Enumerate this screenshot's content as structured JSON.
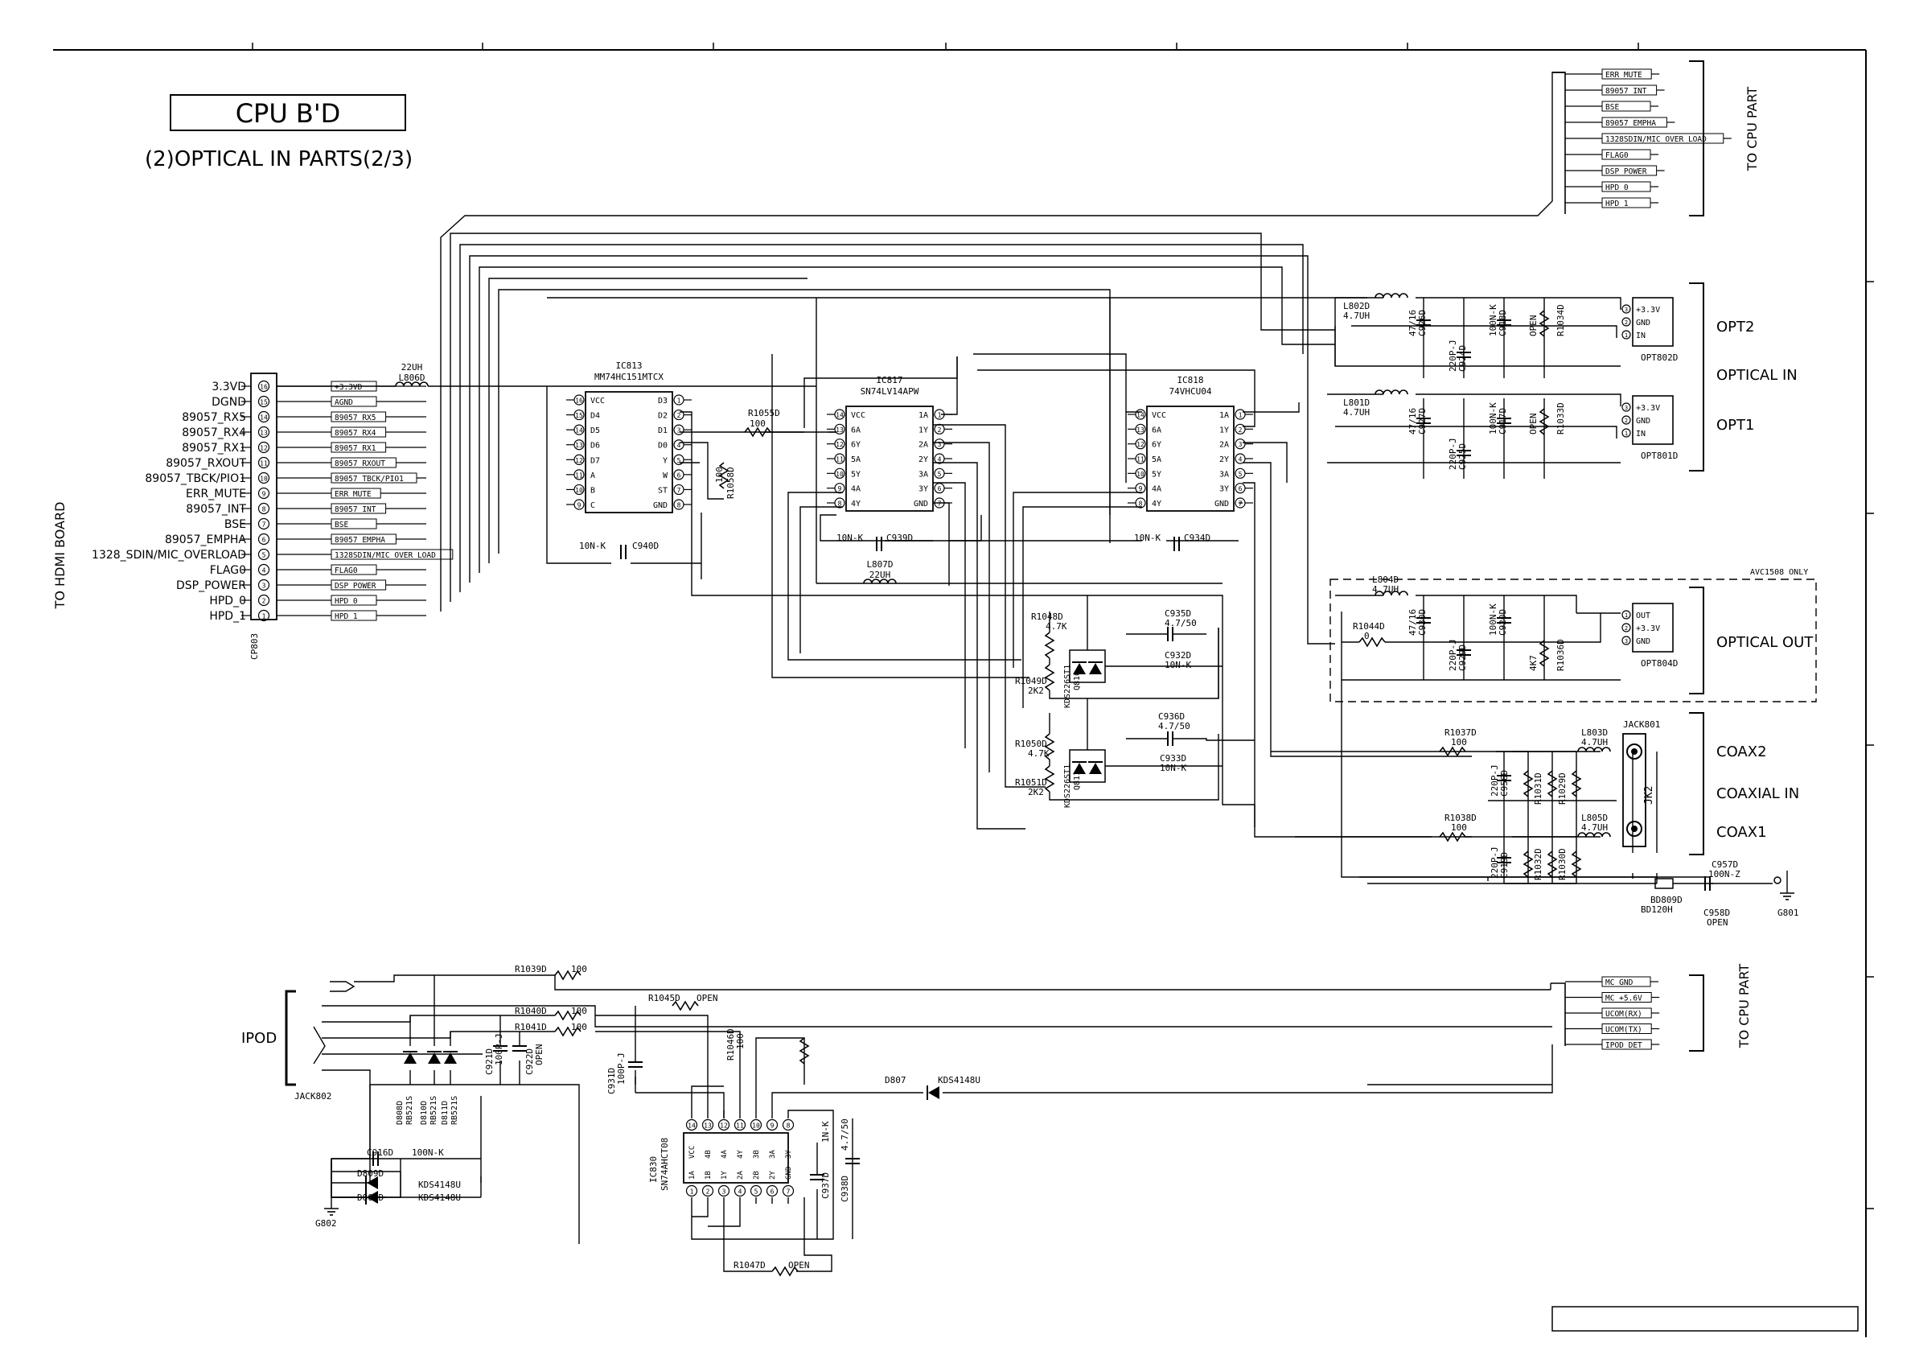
{
  "title": "CPU B'D",
  "subtitle": "(2)OPTICAL IN PARTS(2/3)",
  "side_labels": {
    "hdmi_board": "TO HDMI BOARD",
    "cpu_part_top": "TO CPU PART",
    "cpu_part_bottom": "TO CPU PART",
    "avc_note": "AVC1508 ONLY"
  },
  "connector_cp803": {
    "ref": "CP803",
    "pins": [
      {
        "num": "16",
        "label": "3.3VD",
        "tag": "+3.3VD"
      },
      {
        "num": "15",
        "label": "DGND",
        "tag": "AGND"
      },
      {
        "num": "14",
        "label": "89057_RX5",
        "tag": "89057_RX5"
      },
      {
        "num": "13",
        "label": "89057_RX4",
        "tag": "89057_RX4"
      },
      {
        "num": "12",
        "label": "89057_RX1",
        "tag": "89057_RX1"
      },
      {
        "num": "11",
        "label": "89057_RXOUT",
        "tag": "89057_RXOUT"
      },
      {
        "num": "10",
        "label": "89057_TBCK/PIO1",
        "tag": "89057_TBCK/PIO1"
      },
      {
        "num": "9",
        "label": "ERR_MUTE",
        "tag": "ERR_MUTE"
      },
      {
        "num": "8",
        "label": "89057_INT",
        "tag": "89057_INT"
      },
      {
        "num": "7",
        "label": "BSE",
        "tag": "BSE"
      },
      {
        "num": "6",
        "label": "89057_EMPHA",
        "tag": "89057_EMPHA"
      },
      {
        "num": "5",
        "label": "1328_SDIN/MIC_OVERLOAD",
        "tag": "1328SDIN/MIC_OVER_LOAD"
      },
      {
        "num": "4",
        "label": "FLAG0",
        "tag": "FLAG0"
      },
      {
        "num": "3",
        "label": "DSP_POWER",
        "tag": "DSP_POWER"
      },
      {
        "num": "2",
        "label": "HPD_0",
        "tag": "HPD_0"
      },
      {
        "num": "1",
        "label": "HPD_1",
        "tag": "HPD_1"
      }
    ]
  },
  "top_right_tags": [
    "ERR_MUTE",
    "89057_INT",
    "BSE",
    "89057_EMPHA",
    "1328SDIN/MIC_OVER_LOAD",
    "FLAG0",
    "DSP_POWER",
    "HPD_0",
    "HPD_1"
  ],
  "bottom_right_tags": [
    "MC_GND",
    "MC_+5.6V",
    "UCOM(RX)",
    "UCOM(TX)",
    "IPOD_DET"
  ],
  "ic813": {
    "ref": "IC813",
    "part": "MM74HC151MTCX",
    "left_pins": [
      {
        "n": "16",
        "name": "VCC"
      },
      {
        "n": "15",
        "name": "D4"
      },
      {
        "n": "14",
        "name": "D5"
      },
      {
        "n": "13",
        "name": "D6"
      },
      {
        "n": "12",
        "name": "D7"
      },
      {
        "n": "11",
        "name": "A"
      },
      {
        "n": "10",
        "name": "B"
      },
      {
        "n": "9",
        "name": "C"
      }
    ],
    "right_pins": [
      {
        "n": "1",
        "name": "D3"
      },
      {
        "n": "2",
        "name": "D2"
      },
      {
        "n": "3",
        "name": "D1"
      },
      {
        "n": "4",
        "name": "D0"
      },
      {
        "n": "5",
        "name": "Y"
      },
      {
        "n": "6",
        "name": "W"
      },
      {
        "n": "7",
        "name": "ST"
      },
      {
        "n": "8",
        "name": "GND"
      }
    ]
  },
  "ic817": {
    "ref": "IC817",
    "part": "SN74LV14APW",
    "left_pins": [
      {
        "n": "14",
        "name": "VCC"
      },
      {
        "n": "13",
        "name": "6A"
      },
      {
        "n": "12",
        "name": "6Y"
      },
      {
        "n": "11",
        "name": "5A"
      },
      {
        "n": "10",
        "name": "5Y"
      },
      {
        "n": "9",
        "name": "4A"
      },
      {
        "n": "8",
        "name": "4Y"
      }
    ],
    "right_pins": [
      {
        "n": "1",
        "name": "1A"
      },
      {
        "n": "2",
        "name": "1Y"
      },
      {
        "n": "3",
        "name": "2A"
      },
      {
        "n": "4",
        "name": "2Y"
      },
      {
        "n": "5",
        "name": "3A"
      },
      {
        "n": "6",
        "name": "3Y"
      },
      {
        "n": "7",
        "name": "GND"
      }
    ]
  },
  "ic818": {
    "ref": "IC818",
    "part": "74VHCU04",
    "left_pins": [
      {
        "n": "14",
        "name": "VCC"
      },
      {
        "n": "13",
        "name": "6A"
      },
      {
        "n": "12",
        "name": "6Y"
      },
      {
        "n": "11",
        "name": "5A"
      },
      {
        "n": "10",
        "name": "5Y"
      },
      {
        "n": "9",
        "name": "4A"
      },
      {
        "n": "8",
        "name": "4Y"
      }
    ],
    "right_pins": [
      {
        "n": "1",
        "name": "1A"
      },
      {
        "n": "2",
        "name": "1Y"
      },
      {
        "n": "3",
        "name": "2A"
      },
      {
        "n": "4",
        "name": "2Y"
      },
      {
        "n": "5",
        "name": "3A"
      },
      {
        "n": "6",
        "name": "3Y"
      },
      {
        "n": "7",
        "name": "GND"
      }
    ]
  },
  "ic830": {
    "ref": "IC830",
    "part": "SN74AHCT08",
    "top_pins": [
      {
        "n": "14",
        "name": "VCC"
      },
      {
        "n": "13",
        "name": "4B"
      },
      {
        "n": "12",
        "name": "4A"
      },
      {
        "n": "11",
        "name": "4Y"
      },
      {
        "n": "10",
        "name": "3B"
      },
      {
        "n": "9",
        "name": "3A"
      },
      {
        "n": "8",
        "name": "3Y"
      }
    ],
    "bottom_pins": [
      {
        "n": "1",
        "name": "1A"
      },
      {
        "n": "2",
        "name": "1B"
      },
      {
        "n": "3",
        "name": "1Y"
      },
      {
        "n": "4",
        "name": "2A"
      },
      {
        "n": "5",
        "name": "2B"
      },
      {
        "n": "6",
        "name": "2Y"
      },
      {
        "n": "7",
        "name": "GND"
      }
    ]
  },
  "components": {
    "l806": [
      "22UH",
      "L806D"
    ],
    "r1055": [
      "R1055D",
      "100"
    ],
    "r1058": [
      "R1058D",
      "100"
    ],
    "c940": [
      "10N-K",
      "C940D"
    ],
    "c939": [
      "10N-K",
      "C939D"
    ],
    "l807": [
      "L807D",
      "22UH"
    ],
    "c934": [
      "10N-K",
      "C934D"
    ],
    "r1048": [
      "R1048D",
      "4.7K"
    ],
    "r1049": [
      "R1049D",
      "2K2"
    ],
    "q1": [
      "KDS226ST1",
      "Q810"
    ],
    "c935": [
      "C935D",
      "4.7/50"
    ],
    "c932": [
      "C932D",
      "10N-K"
    ],
    "r1050": [
      "R1050D",
      "4.7K"
    ],
    "r1051": [
      "R1051D",
      "2K2"
    ],
    "q2": [
      "KDS226ST1",
      "Q811"
    ],
    "c936": [
      "C936D",
      "4.7/50"
    ],
    "c933": [
      "C933D",
      "10N-K"
    ],
    "l802": [
      "L802D",
      "4.7UH"
    ],
    "l801": [
      "L801D",
      "4.7UH"
    ],
    "l804": [
      "L804D",
      "4.7UH"
    ],
    "r1044": [
      "R1044D",
      "0"
    ],
    "c926": [
      "47/16",
      "C926D"
    ],
    "c924": [
      "220P-J",
      "C924D"
    ],
    "c918": [
      "100N-K",
      "C918D"
    ],
    "r1034": [
      "OPEN",
      "R1034D"
    ],
    "c927": [
      "47/16",
      "C927D"
    ],
    "c925": [
      "220P-J",
      "C925D"
    ],
    "c917": [
      "100N-K",
      "C917D"
    ],
    "r1033": [
      "OPEN",
      "R1033D"
    ],
    "c930": [
      "47/16",
      "C930D"
    ],
    "c929": [
      "220P-J",
      "C929D"
    ],
    "c920": [
      "100N-K",
      "C920D"
    ],
    "r1036": [
      "4K7",
      "R1036D"
    ],
    "r1037": [
      "R1037D",
      "100"
    ],
    "r1038": [
      "R1038D",
      "100"
    ],
    "l803": [
      "L803D",
      "4.7UH"
    ],
    "l805": [
      "L805D",
      "4.7UH"
    ],
    "c956": [
      "220P-J",
      "C956D"
    ],
    "c919": [
      "220P-J",
      "C919D"
    ],
    "r1031": [
      "R1031D"
    ],
    "r1029": [
      "R1029D"
    ],
    "r1032": [
      "R1032D"
    ],
    "r1030": [
      "R1030D"
    ],
    "c957": [
      "C957D",
      "100N-Z"
    ],
    "bd809": [
      "BD809D",
      "BD120H"
    ],
    "c958": [
      "C958D",
      "OPEN"
    ],
    "g801": [
      "G801"
    ],
    "r1039": [
      "R1039D",
      "100"
    ],
    "r1040": [
      "R1040D",
      "100"
    ],
    "r1041": [
      "R1041D",
      "100"
    ],
    "r1045": [
      "R1045D",
      "OPEN"
    ],
    "r1046": [
      "R1046D",
      "100"
    ],
    "r1047": [
      "R1047D",
      "OPEN"
    ],
    "c921": [
      "C921D",
      "100P-J"
    ],
    "c922": [
      "C922D",
      "OPEN"
    ],
    "c931": [
      "C931D",
      "100P-J"
    ],
    "c937": [
      "C937D",
      "1N-K"
    ],
    "c938": [
      "C938D",
      "4.7/50"
    ],
    "c916": [
      "C916D",
      "100N-K"
    ],
    "d807": [
      "D807",
      "KDS4148U"
    ],
    "d809": [
      "D809D",
      "KDS4148U"
    ],
    "d807b": [
      "D807D",
      "KDS4148U"
    ],
    "diodes": [
      "D808D",
      "RB521S",
      "D810D",
      "RB521S",
      "D811D",
      "RB521S"
    ],
    "g802": [
      "G802"
    ]
  },
  "opt_labels": {
    "opt2": "OPT2",
    "optical_in": "OPTICAL IN",
    "opt1": "OPT1",
    "optical_out": "OPTICAL OUT",
    "coax2": "COAX2",
    "coaxial_in": "COAXIAL IN",
    "coax1": "COAX1",
    "ipod": "IPOD",
    "jack802": "JACK802",
    "jack801": "JACK801",
    "jk2": "JK2"
  },
  "opt_modules": {
    "opt802": {
      "ref": "OPT802D",
      "pins": [
        {
          "n": "3",
          "name": "+3.3V"
        },
        {
          "n": "2",
          "name": "GND"
        },
        {
          "n": "1",
          "name": "IN"
        }
      ]
    },
    "opt801": {
      "ref": "OPT801D",
      "pins": [
        {
          "n": "3",
          "name": "+3.3V"
        },
        {
          "n": "2",
          "name": "GND"
        },
        {
          "n": "1",
          "name": "IN"
        }
      ]
    },
    "opt804": {
      "ref": "OPT804D",
      "pins": [
        {
          "n": "1",
          "name": "OUT"
        },
        {
          "n": "2",
          "name": "+3.3V"
        },
        {
          "n": "3",
          "name": "GND"
        }
      ]
    }
  }
}
